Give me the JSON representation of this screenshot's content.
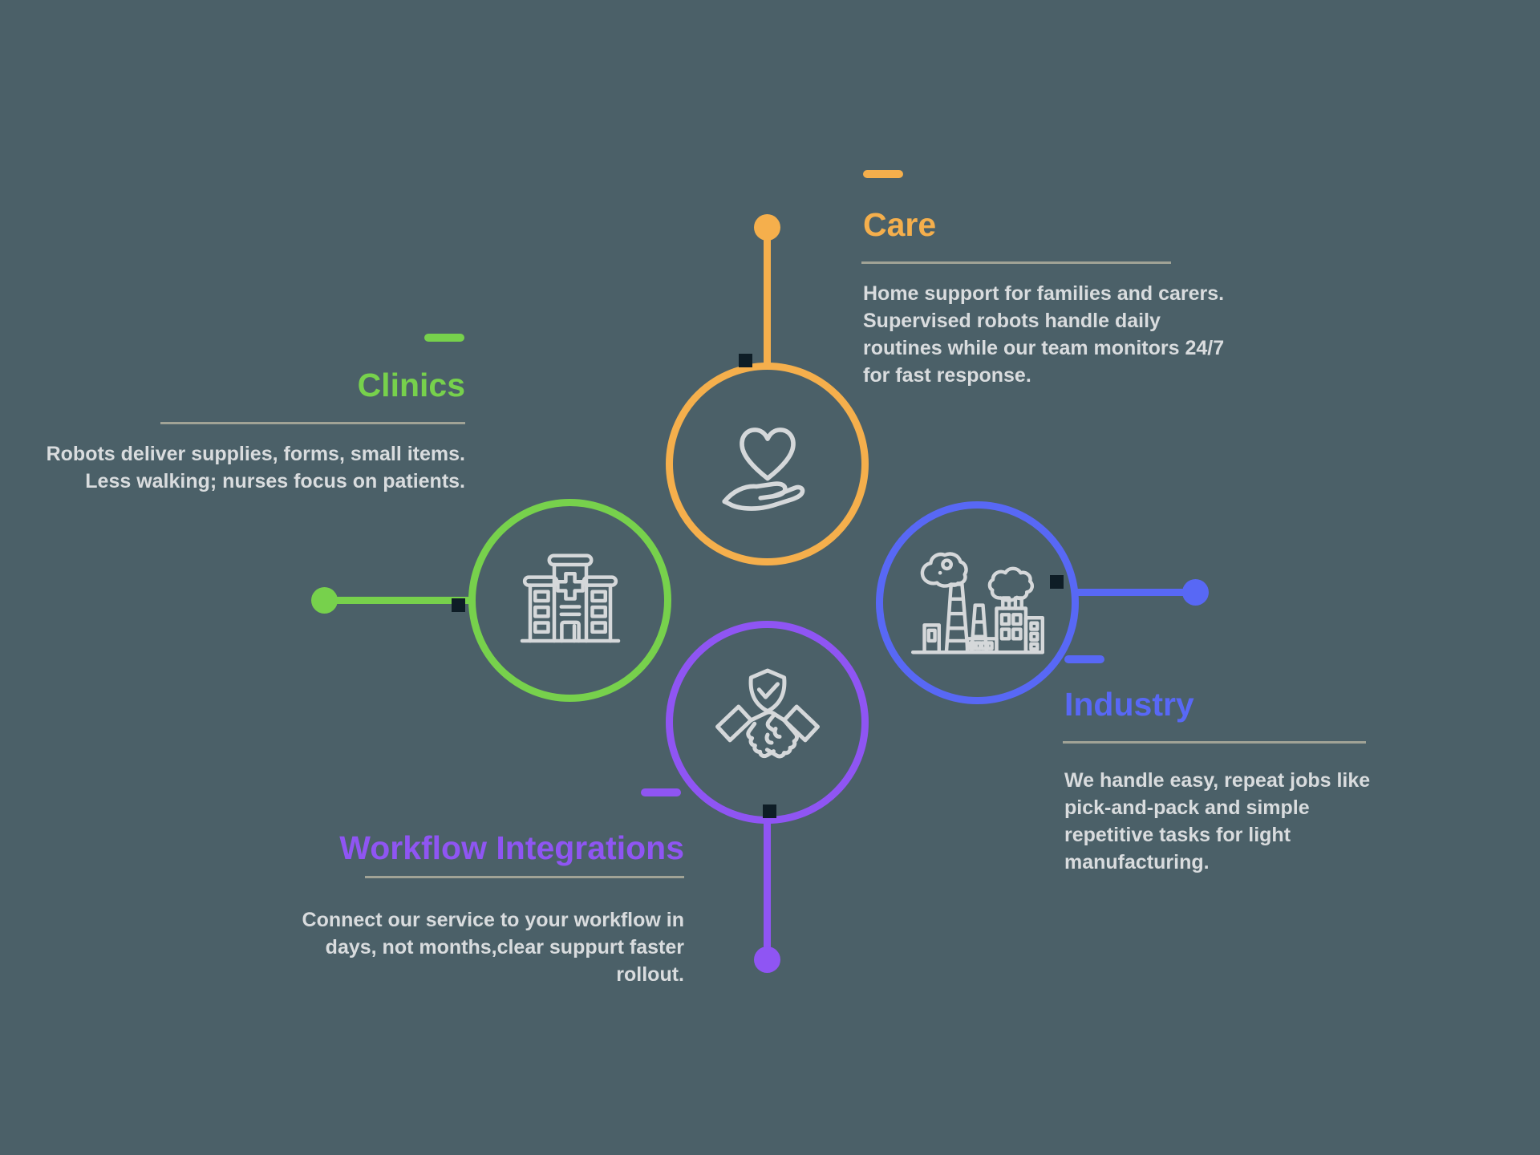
{
  "colors": {
    "background": "#4B6068",
    "care": "#F5AF4C",
    "clinics": "#77D14C",
    "industry": "#5868F5",
    "workflow": "#8F55F3",
    "text": "#D9DCDE",
    "divider": "#A1A396",
    "node": "#0E1D26",
    "iconStroke": "#D5D8DA"
  },
  "sections": {
    "care": {
      "title": "Care",
      "description": "Home support for families and carers.\nSupervised robots handle daily\nroutines while our team monitors 24/7\nfor fast response.",
      "icon": "heart-in-hand-icon",
      "color": "#F5AF4C"
    },
    "clinics": {
      "title": "Clinics",
      "description": "Robots deliver supplies, forms, small items.\nLess walking; nurses focus on patients.",
      "icon": "hospital-icon",
      "color": "#77D14C"
    },
    "industry": {
      "title": "Industry",
      "description": "We handle easy, repeat jobs like\npick-and-pack and simple\nrepetitive tasks for light\nmanufacturing.",
      "icon": "factory-icon",
      "color": "#5868F5"
    },
    "workflow": {
      "title": "Workflow Integrations",
      "description": "Connect our service to your workflow in\ndays, not months,clear suppurt faster\nrollout.",
      "icon": "handshake-shield-icon",
      "color": "#8F55F3"
    }
  }
}
